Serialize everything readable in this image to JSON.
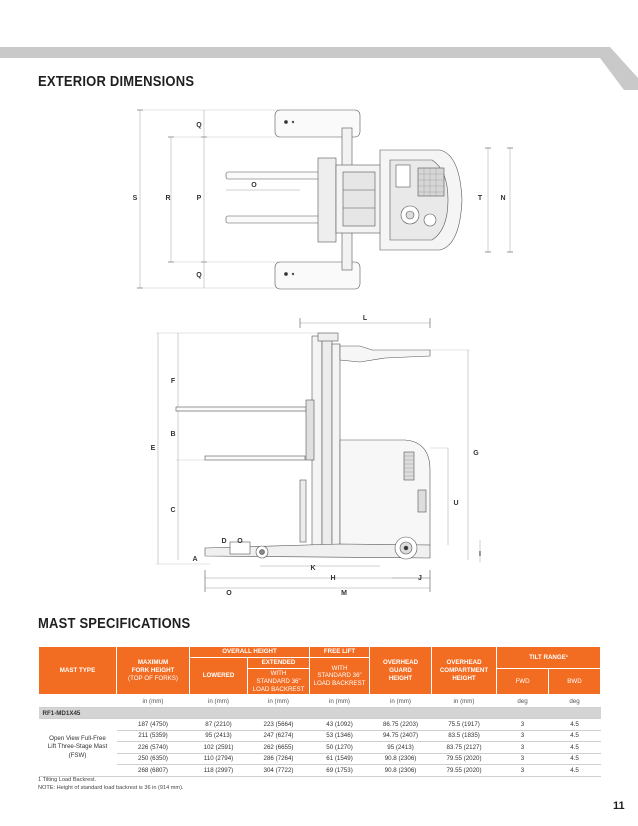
{
  "section_titles": {
    "exterior": "EXTERIOR DIMENSIONS",
    "mast": "MAST SPECIFICATIONS"
  },
  "top_view_labels": {
    "q_top": "Q",
    "s": "S",
    "r": "R",
    "p": "P",
    "o": "O",
    "t": "T",
    "n": "N",
    "q_bottom": "Q"
  },
  "side_view_labels": {
    "l": "L",
    "f": "F",
    "b": "B",
    "e": "E",
    "g": "G",
    "c": "C",
    "u": "U",
    "d": "D",
    "o": "O",
    "a": "A",
    "i": "I",
    "k": "K",
    "h": "H",
    "j": "J",
    "o_bottom": "O",
    "m": "M"
  },
  "table": {
    "headers": {
      "mast_type": "MAST TYPE",
      "max_fork_height_1": "MAXIMUM",
      "max_fork_height_2": "FORK HEIGHT",
      "max_fork_height_3": "(TOP OF FORKS)",
      "overall_height": "OVERALL HEIGHT",
      "lowered": "LOWERED",
      "extended": "EXTENDED",
      "extended_with_1": "WITH",
      "extended_with_2": "STANDARD 36\"",
      "extended_with_3": "LOAD BACKREST",
      "free_lift": "FREE LIFT",
      "free_lift_with_1": "WITH",
      "free_lift_with_2": "STANDARD 36\"",
      "free_lift_with_3": "LOAD BACKREST",
      "overhead_guard_1": "OVERHEAD",
      "overhead_guard_2": "GUARD",
      "overhead_guard_3": "HEIGHT",
      "overhead_comp_1": "OVERHEAD",
      "overhead_comp_2": "COMPARTMENT",
      "overhead_comp_3": "HEIGHT",
      "tilt_range": "TILT RANGE¹",
      "fwd": "FWD",
      "bwd": "BWD"
    },
    "units": [
      "in (mm)",
      "in (mm)",
      "in (mm)",
      "in (mm)",
      "in (mm)",
      "in (mm)",
      "deg",
      "deg"
    ],
    "model": "RF1-MD1X45",
    "mast_type_lines": [
      "Open View Full-Free",
      "Lift Three-Stage Mast",
      "(FSW)"
    ],
    "rows": [
      [
        "187 (4750)",
        "87 (2210)",
        "223 (5664)",
        "43 (1092)",
        "86.75 (2203)",
        "75.5 (1917)",
        "3",
        "4.5"
      ],
      [
        "211 (5359)",
        "95 (2413)",
        "247 (6274)",
        "53 (1346)",
        "94.75 (2407)",
        "83.5 (1835)",
        "3",
        "4.5"
      ],
      [
        "226 (5740)",
        "102 (2591)",
        "262 (6655)",
        "50 (1270)",
        "95 (2413)",
        "83.75 (2127)",
        "3",
        "4.5"
      ],
      [
        "250 (6350)",
        "110 (2794)",
        "286 (7264)",
        "61 (1549)",
        "90.8 (2306)",
        "79.55 (2020)",
        "3",
        "4.5"
      ],
      [
        "268 (6807)",
        "118 (2997)",
        "304 (7722)",
        "69 (1753)",
        "90.8 (2306)",
        "79.55 (2020)",
        "3",
        "4.5"
      ]
    ]
  },
  "footnotes": {
    "line1": "1    Tilting Load Backrest.",
    "line2": "NOTE: Height of standard load backrest is 36 in (914 mm)."
  },
  "page_number": "11",
  "colors": {
    "header_orange": "#f26c22",
    "top_band_gray": "#c9c9c9",
    "model_row_gray": "#d4d4d4"
  }
}
